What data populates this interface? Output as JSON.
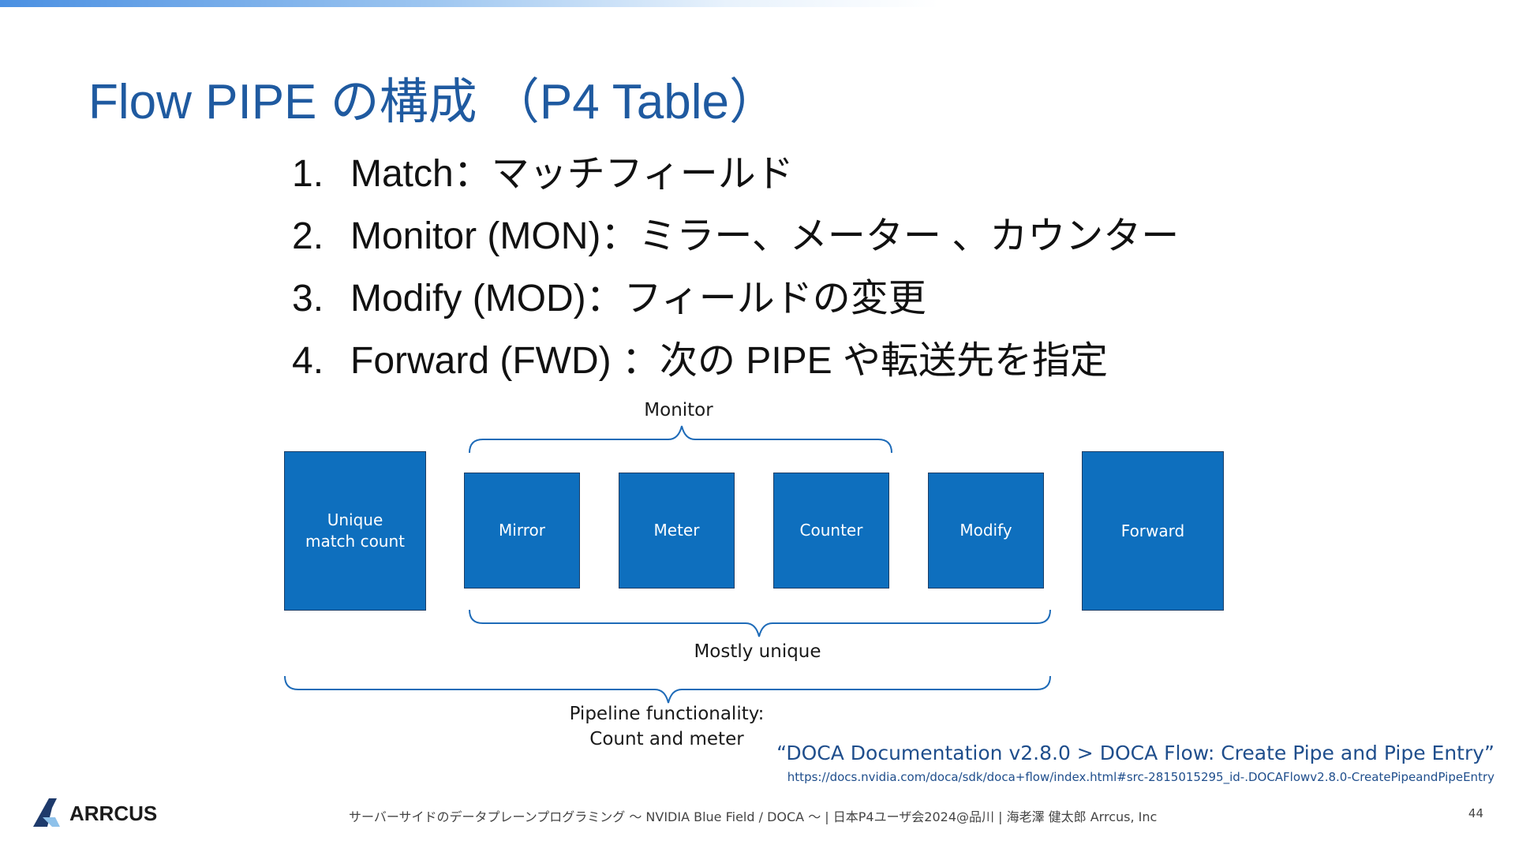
{
  "slide": {
    "title": "Flow PIPE の構成 （P4 Table）",
    "list": [
      {
        "num": "1.",
        "text": "Match：マッチフィールド"
      },
      {
        "num": "2.",
        "text": "Monitor (MON)：ミラー、メーター 、カウンター"
      },
      {
        "num": "3.",
        "text": "Modify (MOD)：フィールドの変更"
      },
      {
        "num": "4.",
        "text": "Forward (FWD) ：次の PIPE や転送先を指定"
      }
    ]
  },
  "diagram": {
    "monitor_label": "Monitor",
    "boxes": {
      "unique_match": "Unique match count",
      "mirror": "Mirror",
      "meter": "Meter",
      "counter": "Counter",
      "modify": "Modify",
      "forward": "Forward"
    },
    "mostly_unique_label": "Mostly unique",
    "pipeline_label_line1": "Pipeline functionality:",
    "pipeline_label_line2": "Count and meter"
  },
  "citation": {
    "title": "“DOCA Documentation v2.8.0 > DOCA Flow: Create Pipe and Pipe Entry”",
    "url": "https://docs.nvidia.com/doca/sdk/doca+flow/index.html#src-2815015295_id-.DOCAFlowv2.8.0-CreatePipeandPipeEntry"
  },
  "footer": {
    "logo_text": "ARRCUS",
    "text": "サーバーサイドのデータプレーンプログラミング 〜 NVIDIA Blue Field / DOCA 〜 | 日本P4ユーザ会2024@品川 | 海老澤 健太郎 Arrcus, Inc",
    "page_number": "44"
  },
  "colors": {
    "title": "#1f5aa0",
    "box_fill": "#0e6fbe",
    "bracket": "#1e6bb8"
  }
}
